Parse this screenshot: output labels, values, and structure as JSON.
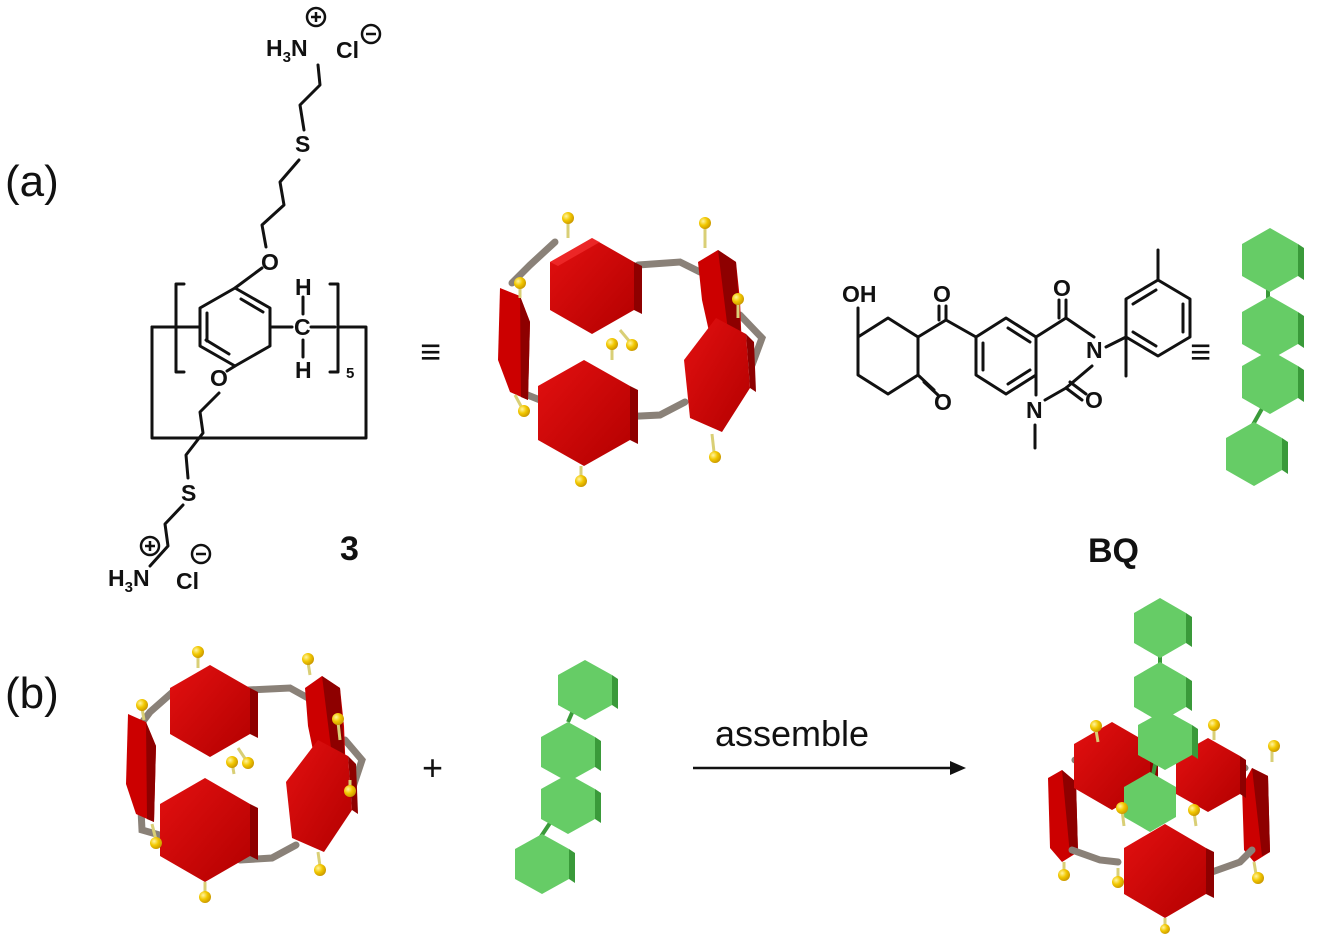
{
  "panels": {
    "a": "(a)",
    "b": "(b)"
  },
  "molecule_3": {
    "label": "3",
    "repeat_subscript": "5",
    "atoms": {
      "oxygen": "O",
      "sulfur": "S",
      "hydrogen": "H",
      "carbon": "C",
      "amine": "H",
      "amine_sub": "3",
      "amine_n": "N",
      "chloride": "Cl"
    }
  },
  "molecule_bq": {
    "label": "BQ",
    "atoms": {
      "hydroxyl": "OH",
      "oxygen": "O",
      "nitrogen": "N"
    }
  },
  "equivalence_symbol": "≡",
  "plus_symbol": "+",
  "arrow_label": "assemble",
  "colors": {
    "host_red": "#cc0000",
    "host_red_dark": "#8e0000",
    "guest_green": "#66cc66",
    "guest_green_dark": "#3a9a3a",
    "linker_grey": "#8a8178",
    "terminal_yellow": "#f2c800"
  }
}
